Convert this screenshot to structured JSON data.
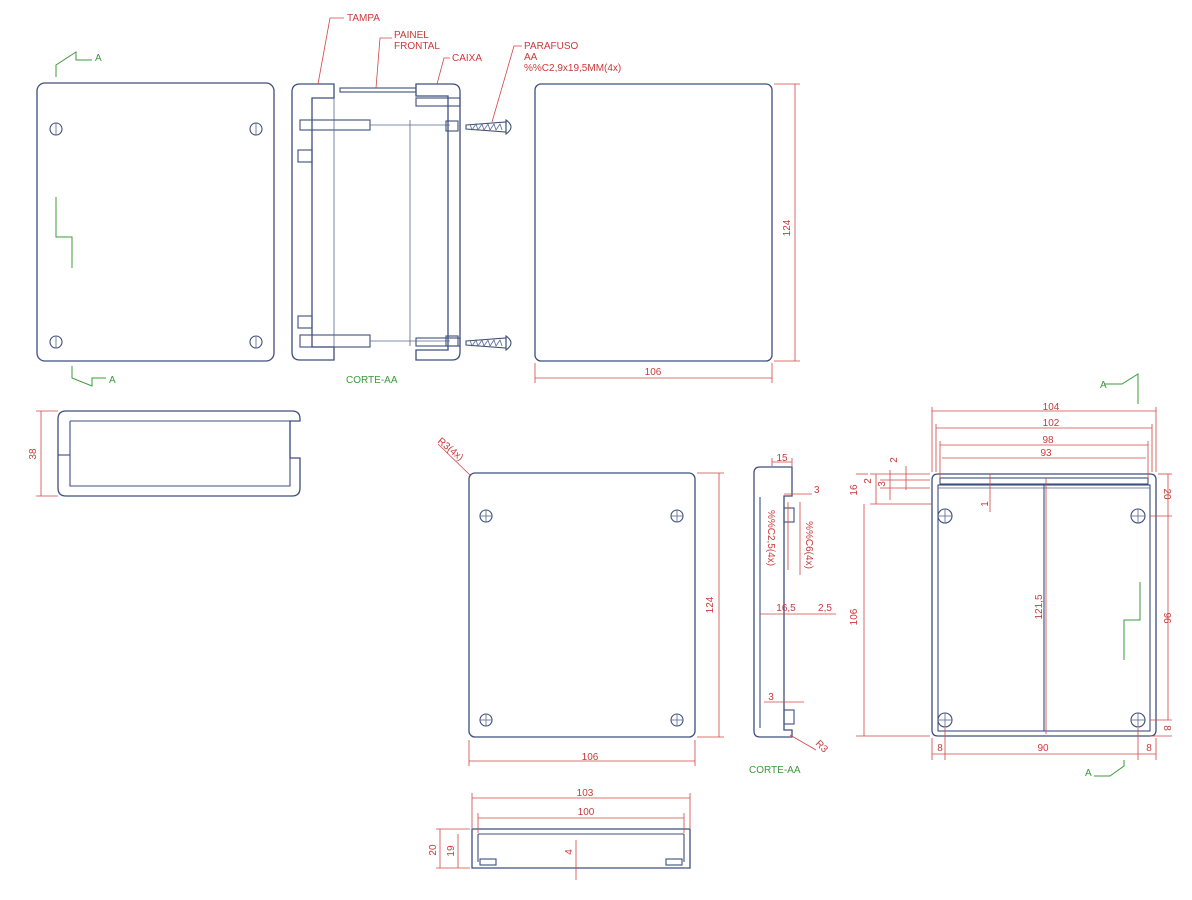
{
  "labels": {
    "tampa": "TAMPA",
    "painel_1": "PAINEL",
    "painel_2": "FRONTAL",
    "caixa": "CAIXA",
    "parafuso_1": "PARAFUSO",
    "parafuso_2": "AA",
    "parafuso_3": "%%C2,9x19,5MM(4x)",
    "corte_aa": "CORTE-AA",
    "corte_aa_2": "CORTE-AA",
    "section_mark": "A",
    "r3_4x": "R3(4x)",
    "r3": "R3",
    "c25": "%%C2,5(4x)",
    "c6": "%%C6(4x)"
  },
  "dimensions": {
    "top_right_width": "106",
    "top_right_height": "124",
    "side_38": "38",
    "mid_height": "124",
    "mid_width": "106",
    "bottom_103": "103",
    "bottom_100": "100",
    "bottom_20": "20",
    "bottom_19": "19",
    "bottom_4": "4",
    "sec_15": "15",
    "sec_3a": "3",
    "sec_16_5": "16,5",
    "sec_2_5": "2,5",
    "sec_3b": "3",
    "right_104": "104",
    "right_102": "102",
    "right_98": "98",
    "right_93": "93",
    "right_2": "2",
    "right_2b": "2",
    "right_3": "3",
    "right_16": "16",
    "right_1": "1",
    "right_20": "20",
    "right_106": "106",
    "right_121_5": "121,5",
    "right_96": "96",
    "right_8a": "8",
    "right_8b": "8",
    "right_8c": "8",
    "right_90": "90"
  },
  "colors": {
    "outline": "#3e4f7c",
    "dimension": "#d24545",
    "section": "#3b9a3b"
  }
}
